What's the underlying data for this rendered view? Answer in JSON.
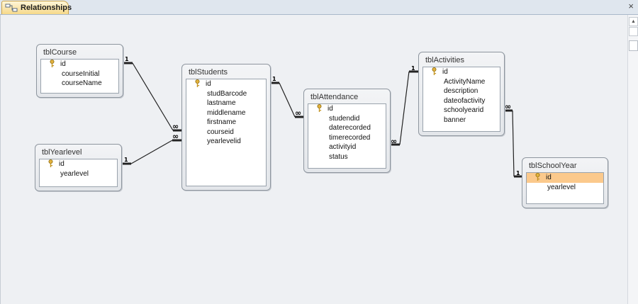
{
  "window": {
    "tab_label": "Relationships",
    "close_glyph": "×"
  },
  "icons": {
    "tab": "relationships-icon",
    "key": "primary-key-icon"
  },
  "colors": {
    "selected_row": "#fbc98c",
    "tab_bg": "#f6d98a"
  },
  "tables": {
    "course": {
      "title": "tblCourse",
      "pk": "id",
      "fields": [
        "courseInitial",
        "courseName"
      ]
    },
    "yearlevel": {
      "title": "tblYearlevel",
      "pk": "id",
      "fields": [
        "yearlevel"
      ]
    },
    "students": {
      "title": "tblStudents",
      "pk": "id",
      "fields": [
        "studBarcode",
        "lastname",
        "middlename",
        "firstname",
        "courseid",
        "yearlevelid"
      ]
    },
    "attendance": {
      "title": "tblAttendance",
      "pk": "id",
      "fields": [
        "studendid",
        "daterecorded",
        "timerecorded",
        "activityid",
        "status"
      ]
    },
    "activities": {
      "title": "tblActivities",
      "pk": "id",
      "fields": [
        "ActivityName",
        "description",
        "dateofactivity",
        "schoolyearid",
        "banner"
      ]
    },
    "schoolyear": {
      "title": "tblSchoolYear",
      "pk": "id",
      "fields": [
        "yearlevel"
      ],
      "selected_pk": true
    }
  },
  "cardinality": {
    "one": "1",
    "many": "∞"
  }
}
